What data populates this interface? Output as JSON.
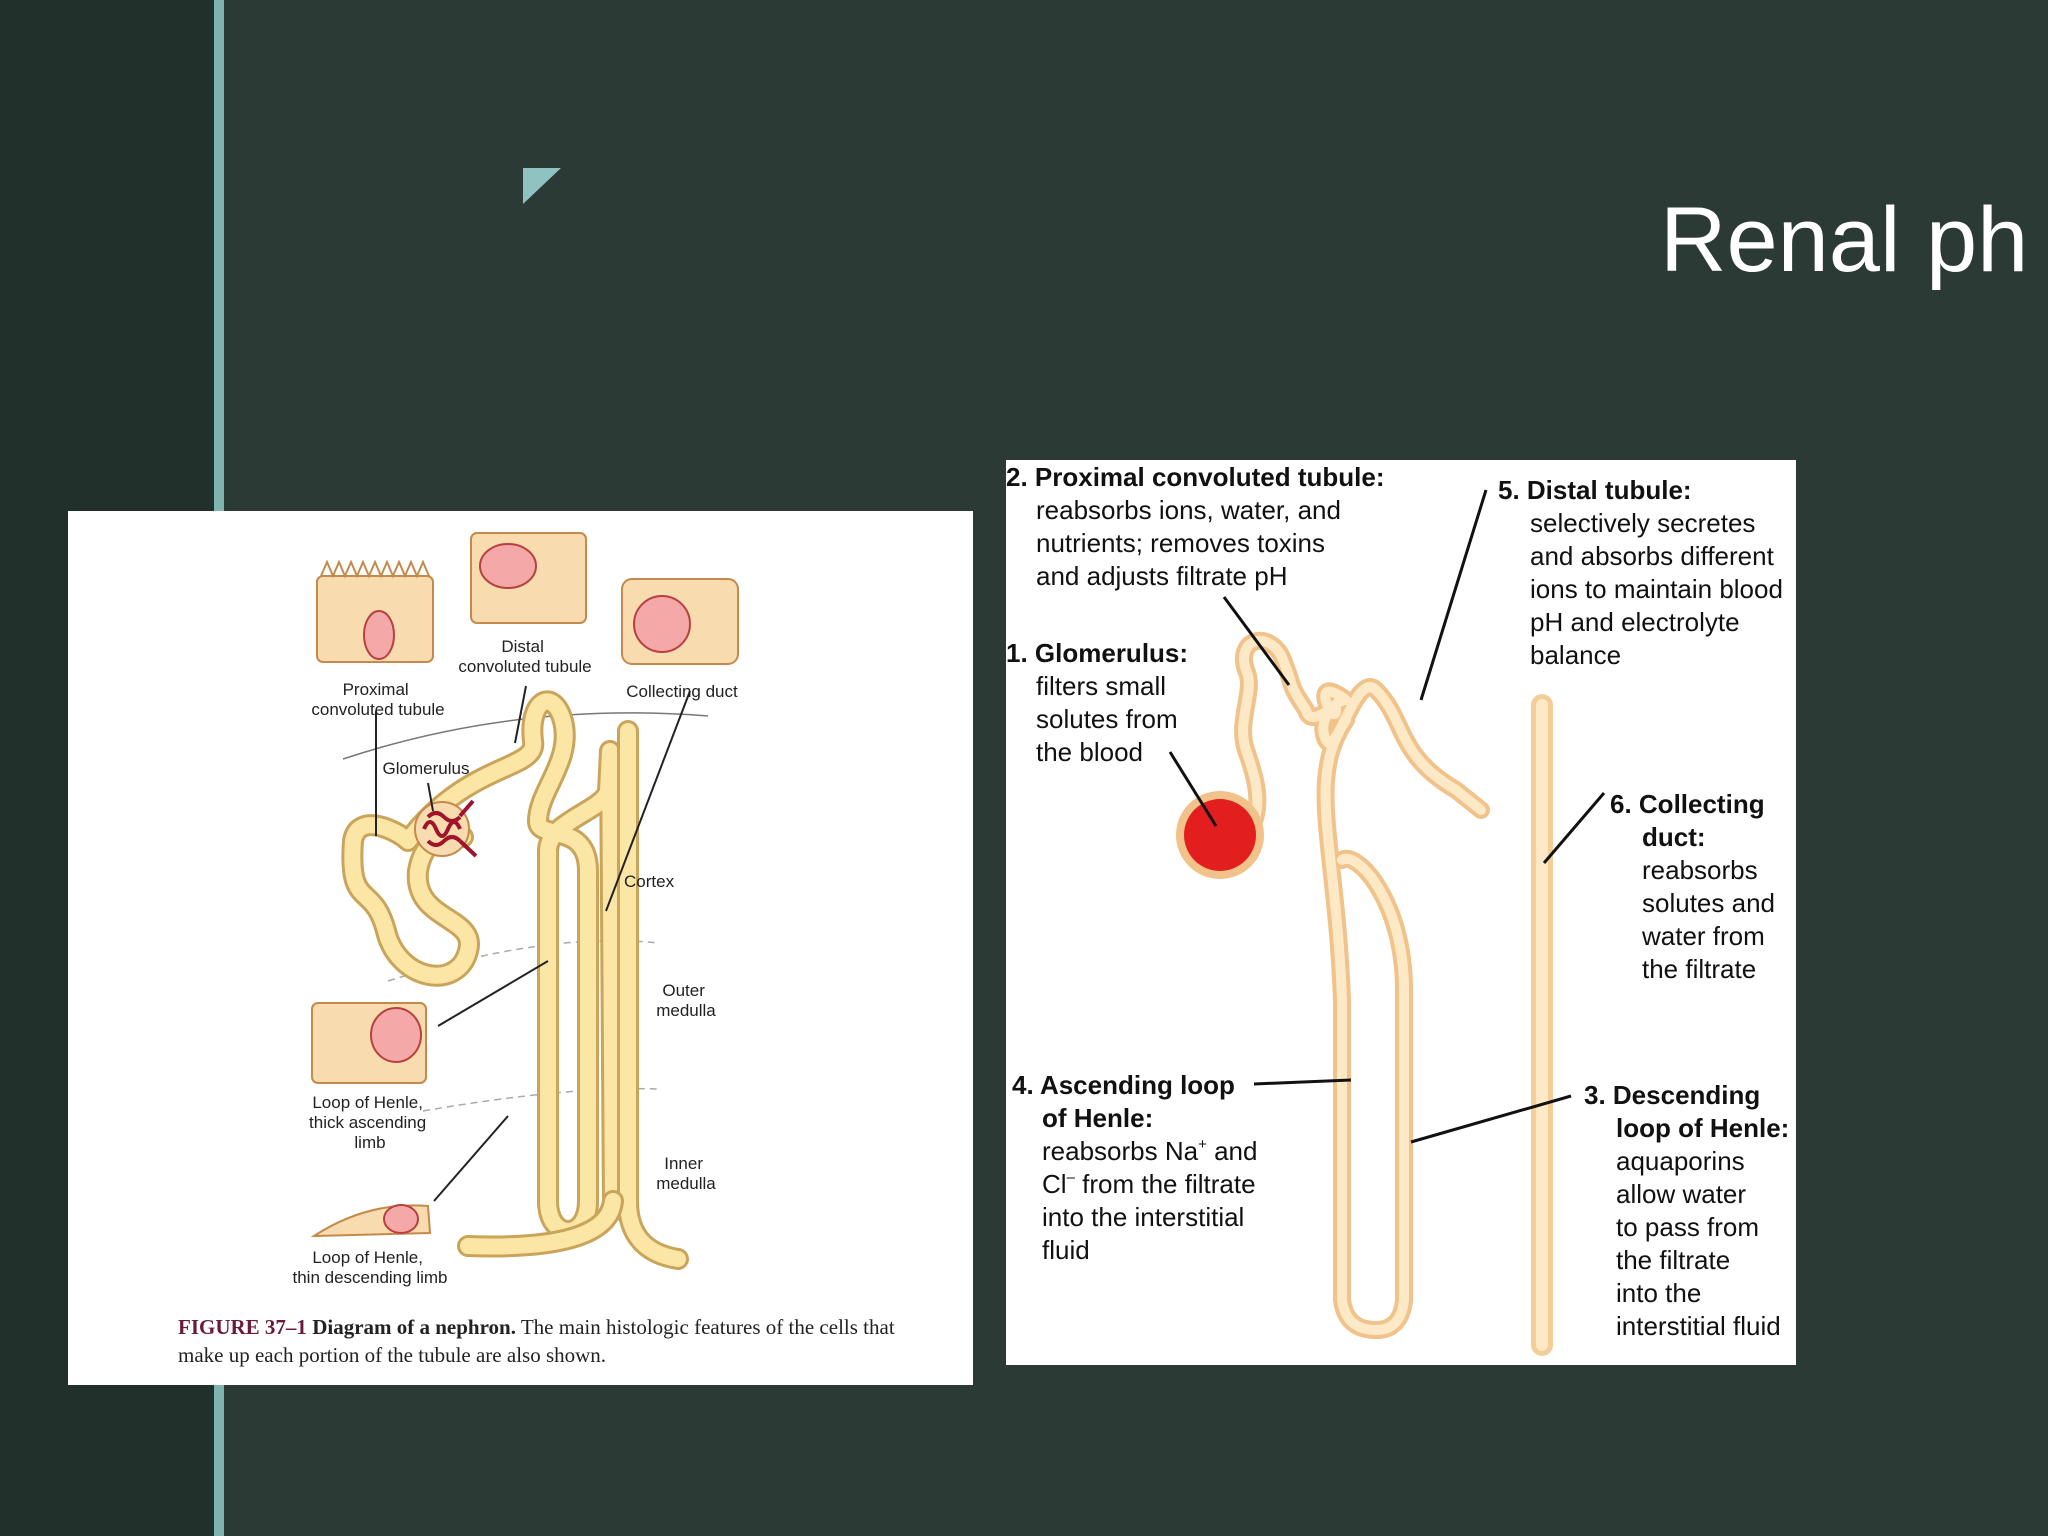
{
  "slide": {
    "title": "Renal ph",
    "colors": {
      "background": "#2b3a34",
      "accent": "#7fb3b0",
      "band": "#22302b"
    }
  },
  "figure_left": {
    "labels": {
      "pct": [
        "Proximal",
        "convoluted tubule"
      ],
      "dct": [
        "Distal",
        "convoluted tubule"
      ],
      "collecting_duct": "Collecting duct",
      "glomerulus": "Glomerulus",
      "cortex": "Cortex",
      "outer_medulla": [
        "Outer",
        "medulla"
      ],
      "inner_medulla": [
        "Inner",
        "medulla"
      ],
      "thick_ascending": [
        "Loop of Henle,",
        "thick ascending",
        "limb"
      ],
      "thin_descending": [
        "Loop of Henle,",
        "thin descending limb"
      ]
    },
    "caption": {
      "number": "FIGURE 37–1",
      "title": "Diagram of a nephron.",
      "text": "The main histologic features of the cells that make up each portion of the tubule are also shown."
    }
  },
  "figure_right": {
    "labels": {
      "pct": {
        "heading": "2. Proximal convoluted tubule:",
        "lines": [
          "reabsorbs ions, water, and",
          "nutrients; removes toxins",
          "and adjusts filtrate pH"
        ]
      },
      "glomerulus": {
        "heading": "1. Glomerulus:",
        "lines": [
          "filters small",
          "solutes from",
          "the blood"
        ]
      },
      "distal": {
        "heading": "5. Distal tubule:",
        "lines": [
          "selectively secretes",
          "and absorbs different",
          "ions to maintain blood",
          "pH and electrolyte",
          "balance"
        ]
      },
      "collecting": {
        "heading": [
          "6. Collecting",
          "duct:"
        ],
        "lines": [
          "reabsorbs",
          "solutes and",
          "water from",
          "the filtrate"
        ]
      },
      "ascending": {
        "heading": [
          "4. Ascending loop",
          "of Henle:"
        ],
        "lines": [
          "reabsorbs Na",
          "Cl",
          "from the filtrate",
          "into the interstitial",
          "fluid"
        ],
        "ion_charges": [
          "+",
          "–"
        ],
        "conjunction": "and"
      },
      "descending": {
        "heading": [
          "3. Descending",
          "loop of Henle:"
        ],
        "lines": [
          "aquaporins",
          "allow water",
          "to pass from",
          "the filtrate",
          "into the",
          "interstitial fluid"
        ]
      }
    }
  }
}
